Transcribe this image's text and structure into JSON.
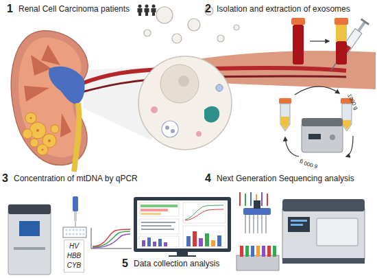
{
  "diagram": {
    "nodes": [
      {
        "text": [
          "HV",
          "HBB",
          "CYB"
        ]
      }
    ],
    "labels": [
      "1",
      "Renal Cell Carcinoma patients",
      "2",
      "Isolation and extraction of exosomes",
      "3",
      "Concentration of mtDNA by qPCR",
      "4",
      "Next Generation Sequencing analysis",
      "5",
      "Data collection analysis",
      "1000 g",
      "6 000 g"
    ]
  }
}
